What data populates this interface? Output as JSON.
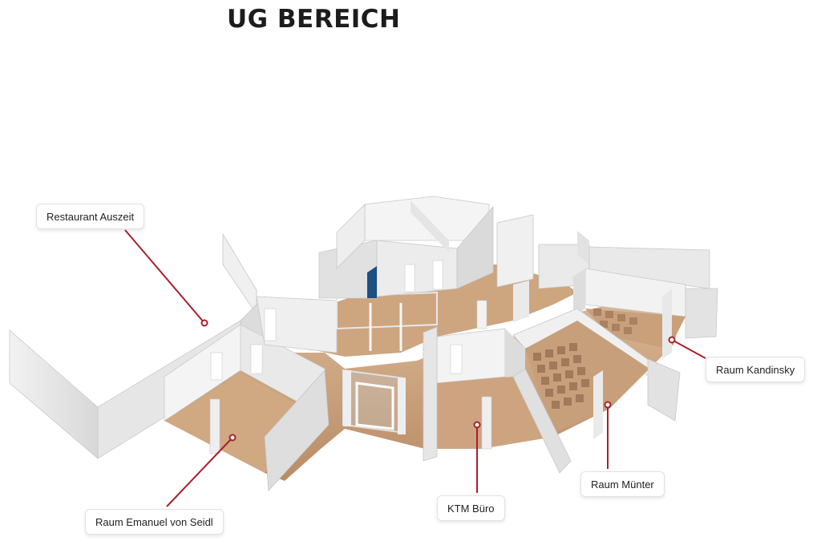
{
  "title": "UG BEREICH",
  "accent_color": "#a8202b",
  "rooms": [
    {
      "id": "restaurant-auszeit",
      "label": "Restaurant Auszeit"
    },
    {
      "id": "raum-kandinsky",
      "label": "Raum Kandinsky"
    },
    {
      "id": "raum-muenter",
      "label": "Raum Münter"
    },
    {
      "id": "ktm-buero",
      "label": "KTM Büro"
    },
    {
      "id": "raum-emanuel-von-seidl",
      "label": "Raum Emanuel von Seidl"
    }
  ]
}
